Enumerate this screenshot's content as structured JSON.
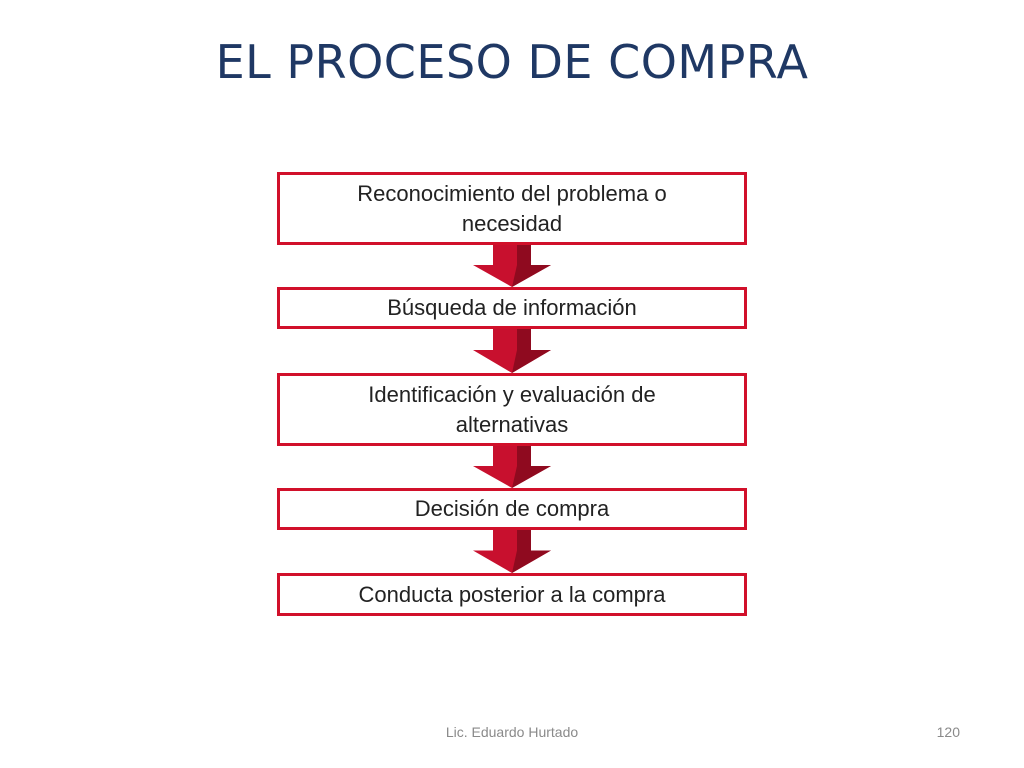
{
  "slide": {
    "title": "EL PROCESO DE COMPRA",
    "author": "Lic. Eduardo Hurtado",
    "page_number": "120"
  },
  "flow": {
    "steps": [
      {
        "label": "Reconocimiento del problema o necesidad"
      },
      {
        "label": "Búsqueda de información"
      },
      {
        "label": "Identificación y evaluación de alternativas"
      },
      {
        "label": "Decisión de compra"
      },
      {
        "label": "Conducta posterior a la compra"
      }
    ],
    "colors": {
      "box_border": "#d1102a",
      "arrow_fill": "#c8102e",
      "arrow_dark": "#8f0a1f",
      "title": "#1F3864"
    },
    "arrow_icon": "down-arrow-icon"
  }
}
